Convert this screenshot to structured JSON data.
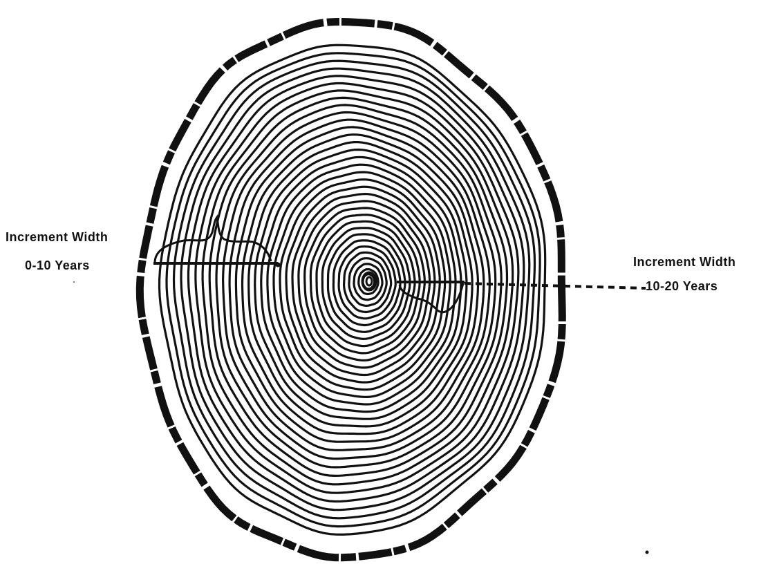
{
  "labels": {
    "left_title": "Increment Width",
    "left_range": "0-10 Years",
    "right_title": "Increment Width",
    "right_range": "10-20 Years"
  },
  "diagram": {
    "ring_count": 34,
    "ink_color": "#111111",
    "background_color": "#ffffff"
  }
}
